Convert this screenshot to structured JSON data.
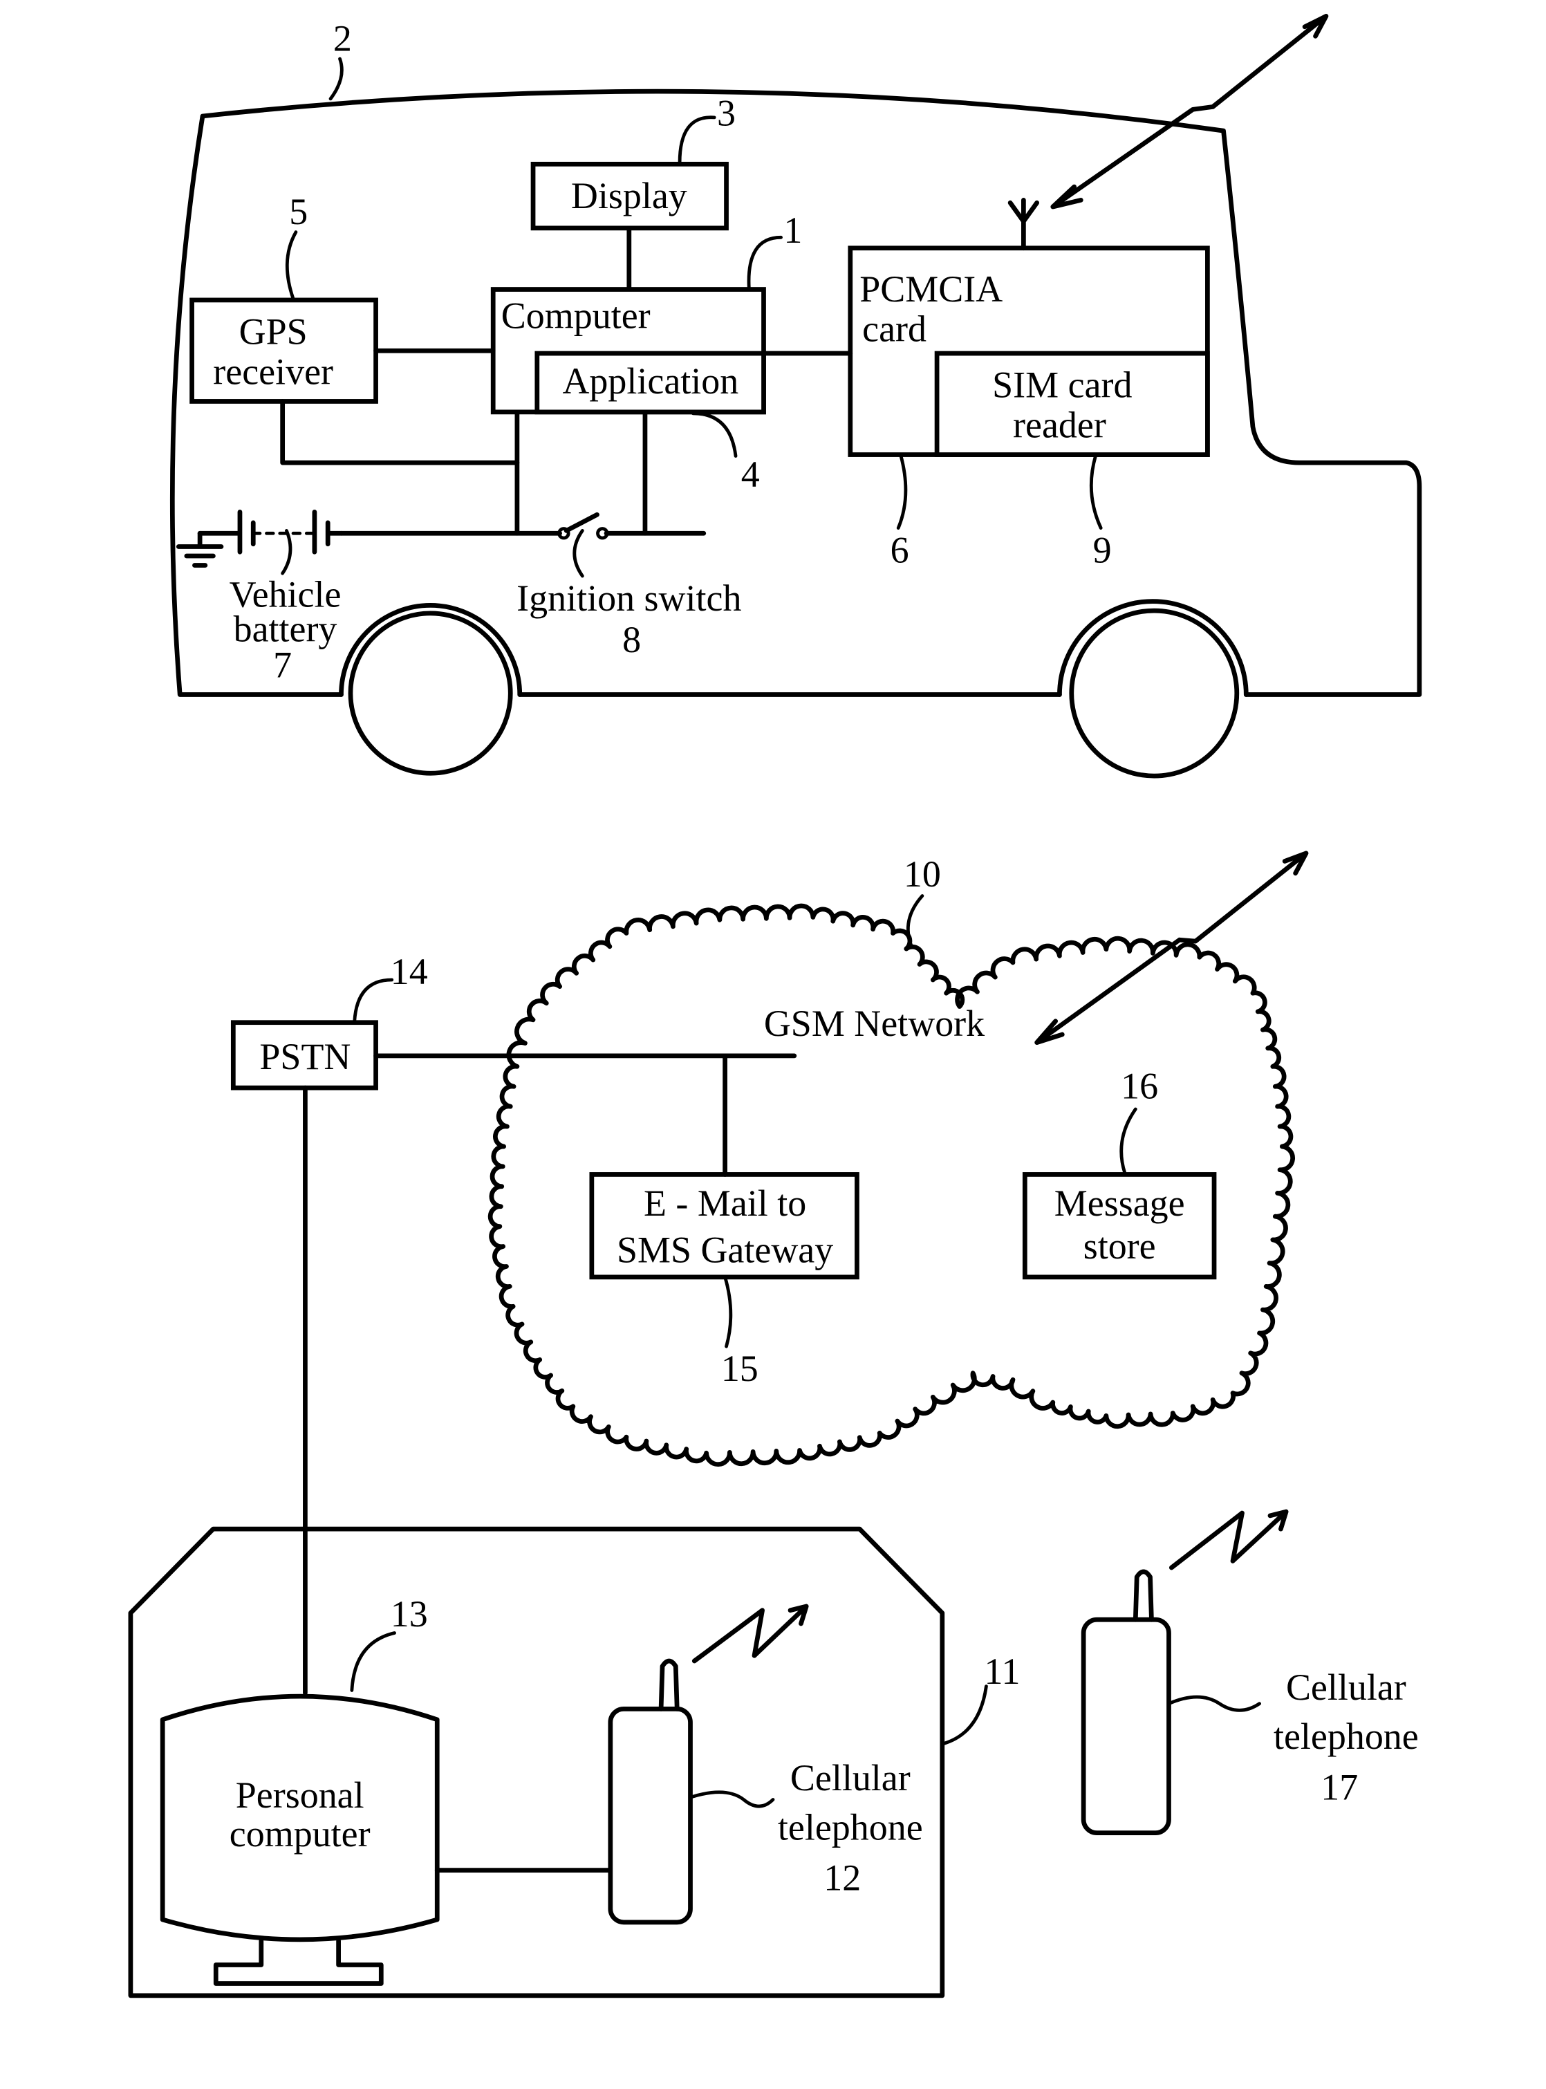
{
  "vehicle": {
    "ref": "2",
    "display": {
      "label": "Display",
      "ref": "3"
    },
    "computer": {
      "label": "Computer",
      "ref": "1"
    },
    "application": {
      "label": "Application",
      "ref": "4"
    },
    "gps": {
      "line1": "GPS",
      "line2": "receiver",
      "ref": "5"
    },
    "pcmcia": {
      "line1": "PCMCIA",
      "line2": "card",
      "ref": "6"
    },
    "sim": {
      "line1": "SIM card",
      "line2": "reader",
      "ref": "9"
    },
    "battery": {
      "line1": "Vehicle",
      "line2": "battery",
      "ref": "7"
    },
    "ignition": {
      "label": "Ignition switch",
      "ref": "8"
    }
  },
  "network": {
    "gsm": {
      "label": "GSM Network",
      "ref": "10"
    },
    "pstn": {
      "label": "PSTN",
      "ref": "14"
    },
    "gateway": {
      "line1": "E - Mail to",
      "line2": "SMS Gateway",
      "ref": "15"
    },
    "store": {
      "line1": "Message",
      "line2": "store",
      "ref": "16"
    }
  },
  "premises": {
    "ref": "11",
    "pc": {
      "line1": "Personal",
      "line2": "computer",
      "ref": "13"
    },
    "phone": {
      "line1": "Cellular",
      "line2": "telephone",
      "ref": "12"
    }
  },
  "remote_phone": {
    "line1": "Cellular",
    "line2": "telephone",
    "ref": "17"
  }
}
